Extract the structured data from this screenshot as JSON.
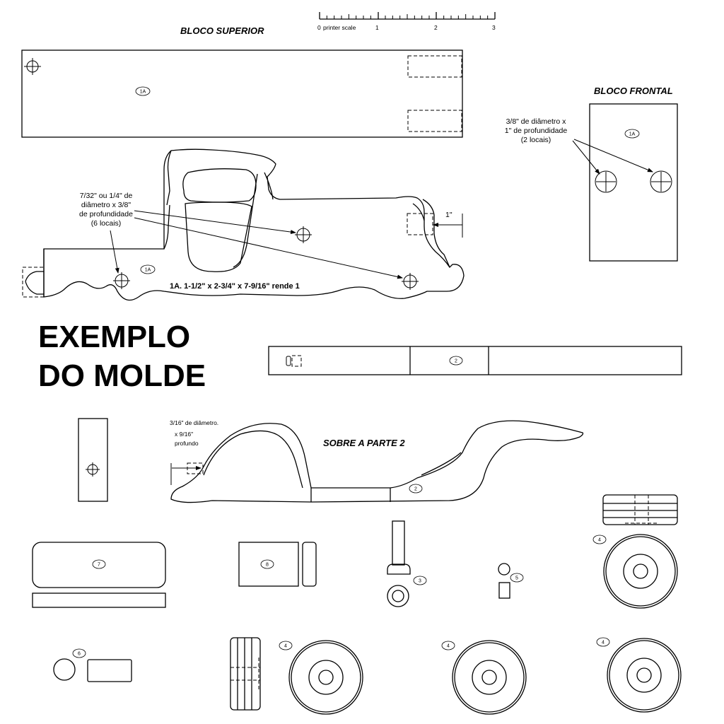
{
  "scale": {
    "caption": "printer scale",
    "ticks": [
      "0",
      "1",
      "2",
      "3"
    ]
  },
  "top_block": {
    "title": "BLOCO SUPERIOR",
    "tag": "1A"
  },
  "front_block": {
    "title": "BLOCO FRONTAL",
    "tag": "1A",
    "note": [
      "3/8\" de diâmetro x",
      "1\" de profundidade",
      "(2 locais)"
    ]
  },
  "side_body": {
    "hole_note": [
      "7/32\" ou 1/4\" de",
      "diâmetro x 3/8\"",
      "de profundidade",
      "(6 locais)"
    ],
    "tag": "1A",
    "dimension": "1\"",
    "size_label": "1A. 1-1/2\" x 2-3/4\" x 7-9/16\" rende 1"
  },
  "headline": [
    "EXEMPLO",
    "DO MOLDE"
  ],
  "frame_top": {
    "tag": "2"
  },
  "frame_side": {
    "title": "SOBRE A PARTE 2",
    "tag": "2",
    "hole_note": [
      "3/16\" de diâmetro.",
      "x 9/16\"",
      "profundo"
    ]
  },
  "parts": {
    "p7": "7",
    "p8": "8",
    "p3": "3",
    "p5": "5",
    "p6": "6",
    "wheel_tags": [
      "4",
      "4",
      "4",
      "4"
    ]
  }
}
